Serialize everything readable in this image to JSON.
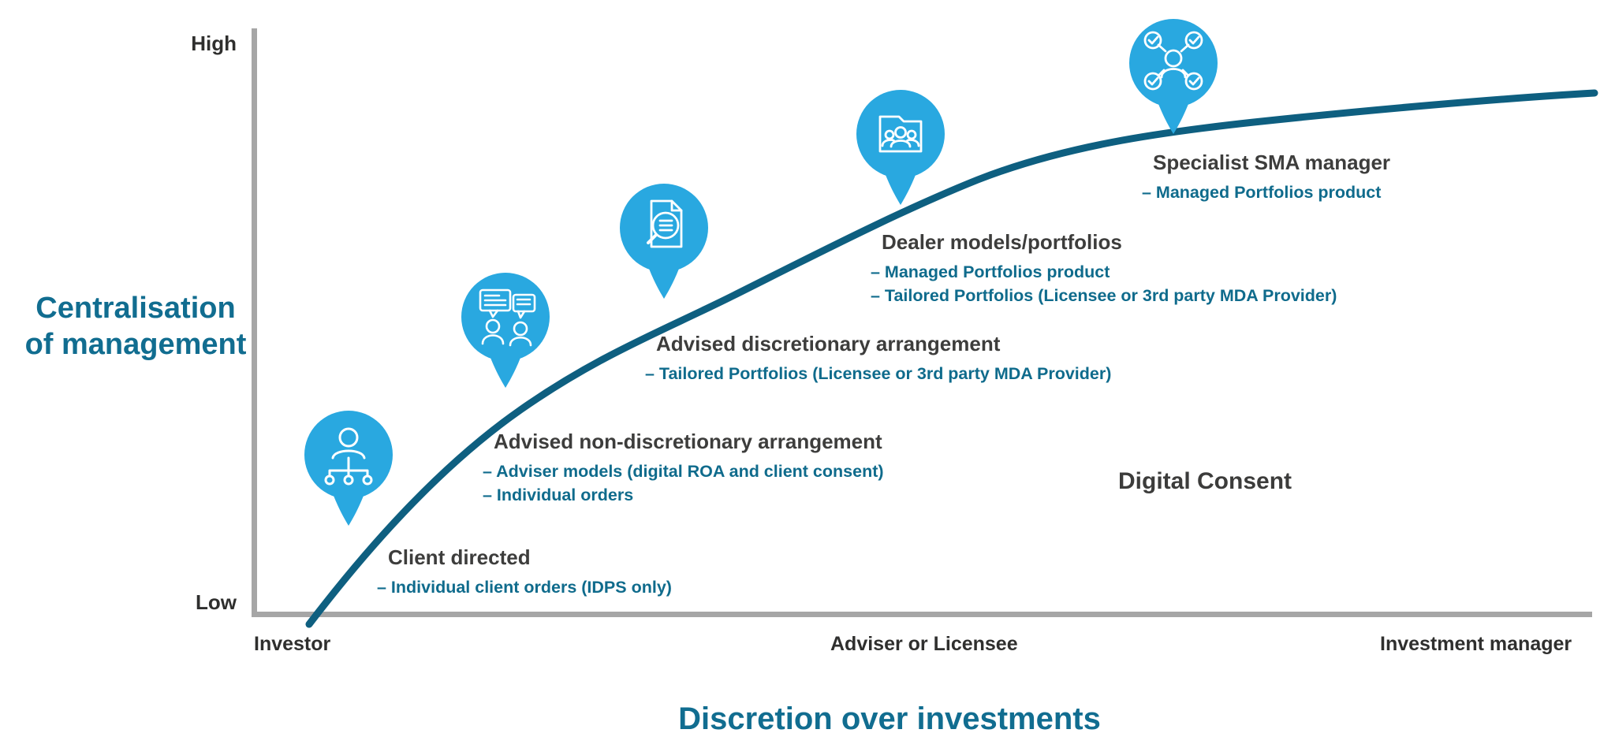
{
  "colors": {
    "bubble_blue": "#29a8e0",
    "curve_teal": "#0e5f80",
    "teal_text": "#0f6b8c",
    "title_teal": "#116d90",
    "dark_text": "#3d3d3c",
    "axis_gray": "#a6a6a6"
  },
  "y_axis": {
    "title_line1": "Centralisation",
    "title_line2": "of management",
    "high_label": "High",
    "low_label": "Low"
  },
  "x_axis": {
    "title": "Discretion over investments",
    "ticks": [
      "Investor",
      "Adviser or Licensee",
      "Investment manager"
    ]
  },
  "annotation": {
    "digital_consent": "Digital Consent"
  },
  "stages": [
    {
      "icon": "person-org-chart-icon",
      "title": "Client directed",
      "bullets": [
        "– Individual client orders (IDPS only)"
      ]
    },
    {
      "icon": "conversation-icon",
      "title": "Advised non-discretionary arrangement",
      "bullets": [
        "– Adviser models (digital ROA and client consent)",
        "– Individual orders"
      ]
    },
    {
      "icon": "document-search-icon",
      "title": "Advised discretionary arrangement",
      "bullets": [
        "– Tailored Portfolios (Licensee or 3rd party MDA Provider)"
      ]
    },
    {
      "icon": "folder-team-icon",
      "title": "Dealer models/portfolios",
      "bullets": [
        "– Managed Portfolios product",
        "– Tailored Portfolios (Licensee or 3rd party MDA Provider)"
      ]
    },
    {
      "icon": "delegation-network-icon",
      "title": "Specialist SMA manager",
      "bullets": [
        "– Managed Portfolios product"
      ]
    }
  ]
}
